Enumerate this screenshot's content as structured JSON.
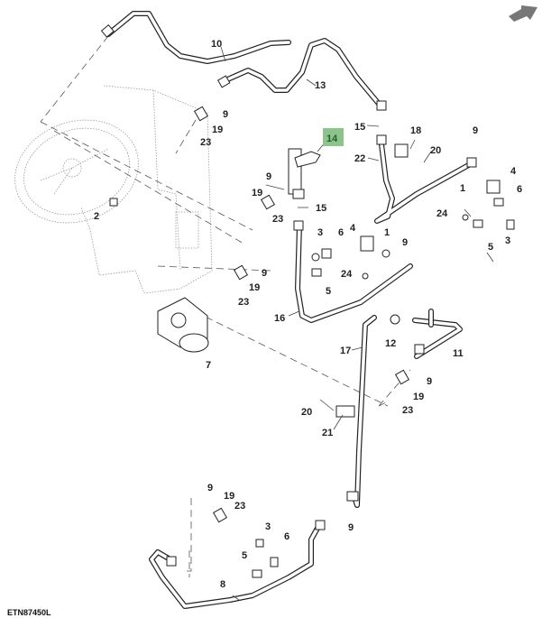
{
  "figure": {
    "id_label": "ETN87450L",
    "highlighted_callout": "14",
    "highlight_color": "#8dc48d",
    "next_arrow_icon": "arrow-up-right-icon",
    "next_arrow_color": "#777777"
  },
  "callouts": {
    "c10": "10",
    "c13": "13",
    "c9a": "9",
    "c19a": "19",
    "c23a": "23",
    "c14": "14",
    "c15a": "15",
    "c18": "18",
    "c20a": "20",
    "c22": "22",
    "c9b": "9",
    "c1a": "1",
    "c4a": "4",
    "c6a": "6",
    "c24a": "24",
    "c5a": "5",
    "c3a": "3",
    "c2": "2",
    "c9c": "9",
    "c19b": "19",
    "c23b": "23",
    "c15b": "15",
    "c3b": "3",
    "c6b": "6",
    "c4b": "4",
    "c1b": "1",
    "c9d": "9",
    "c24b": "24",
    "c5b": "5",
    "c9e": "9",
    "c19c": "19",
    "c23c": "23",
    "c16": "16",
    "c17": "17",
    "c12": "12",
    "c11": "11",
    "c7": "7",
    "c9f": "9",
    "c19d": "19",
    "c23d": "23",
    "c20b": "20",
    "c21": "21",
    "c9g": "9",
    "c19e": "19",
    "c23e": "23",
    "c3c": "3",
    "c6c": "6",
    "c5c": "5",
    "c9h": "9",
    "c8": "8"
  }
}
